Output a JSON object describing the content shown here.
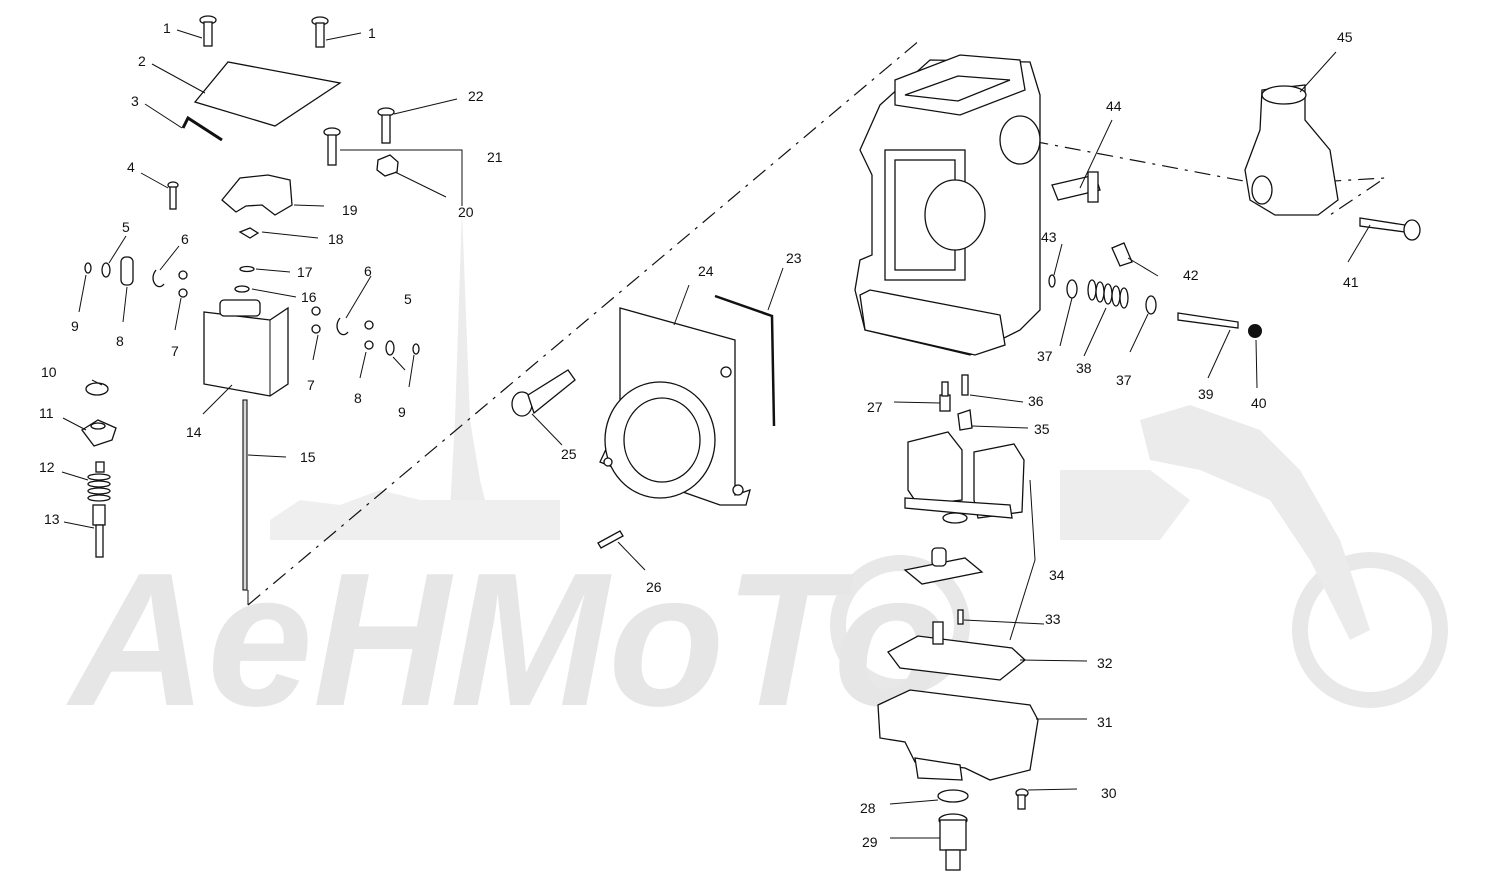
{
  "watermark": {
    "text": "AeHMoTo",
    "color": "#e6e6e6"
  },
  "callouts": [
    {
      "id": "c1a",
      "label": "1",
      "part": "screw"
    },
    {
      "id": "c1b",
      "label": "1",
      "part": "screw"
    },
    {
      "id": "c2",
      "label": "2",
      "part": "cover-plate"
    },
    {
      "id": "c3",
      "label": "3",
      "part": "gasket"
    },
    {
      "id": "c4",
      "label": "4",
      "part": "screw"
    },
    {
      "id": "c5a",
      "label": "5",
      "part": "washer"
    },
    {
      "id": "c5b",
      "label": "5",
      "part": "washer"
    },
    {
      "id": "c6a",
      "label": "6",
      "part": "clip"
    },
    {
      "id": "c6b",
      "label": "6",
      "part": "clip"
    },
    {
      "id": "c7a",
      "label": "7",
      "part": "ring"
    },
    {
      "id": "c7b",
      "label": "7",
      "part": "ring"
    },
    {
      "id": "c8a",
      "label": "8",
      "part": "plate"
    },
    {
      "id": "c8b",
      "label": "8",
      "part": "plate"
    },
    {
      "id": "c9a",
      "label": "9",
      "part": "washer"
    },
    {
      "id": "c9b",
      "label": "9",
      "part": "washer"
    },
    {
      "id": "c10",
      "label": "10",
      "part": "cap"
    },
    {
      "id": "c11",
      "label": "11",
      "part": "nut"
    },
    {
      "id": "c12",
      "label": "12",
      "part": "spring"
    },
    {
      "id": "c13",
      "label": "13",
      "part": "adjuster-screw"
    },
    {
      "id": "c14",
      "label": "14",
      "part": "throttle-slide"
    },
    {
      "id": "c15",
      "label": "15",
      "part": "jet-needle"
    },
    {
      "id": "c16",
      "label": "16",
      "part": "o-ring"
    },
    {
      "id": "c17",
      "label": "17",
      "part": "e-clip"
    },
    {
      "id": "c18",
      "label": "18",
      "part": "clip"
    },
    {
      "id": "c19",
      "label": "19",
      "part": "bracket"
    },
    {
      "id": "c20",
      "label": "20",
      "part": "nut"
    },
    {
      "id": "c21",
      "label": "21",
      "part": "screw"
    },
    {
      "id": "c22",
      "label": "22",
      "part": "screw"
    },
    {
      "id": "c23",
      "label": "23",
      "part": "rod"
    },
    {
      "id": "c24",
      "label": "24",
      "part": "flange"
    },
    {
      "id": "c25",
      "label": "25",
      "part": "screw"
    },
    {
      "id": "c26",
      "label": "26",
      "part": "pin"
    },
    {
      "id": "c27",
      "label": "27",
      "part": "jet"
    },
    {
      "id": "c28",
      "label": "28",
      "part": "washer"
    },
    {
      "id": "c29",
      "label": "29",
      "part": "drain-plug"
    },
    {
      "id": "c30",
      "label": "30",
      "part": "screw"
    },
    {
      "id": "c31",
      "label": "31",
      "part": "float-bowl"
    },
    {
      "id": "c32",
      "label": "32",
      "part": "gasket"
    },
    {
      "id": "c33",
      "label": "33",
      "part": "screw"
    },
    {
      "id": "c34",
      "label": "34",
      "part": "float-assembly"
    },
    {
      "id": "c35",
      "label": "35",
      "part": "jet"
    },
    {
      "id": "c36",
      "label": "36",
      "part": "jet"
    },
    {
      "id": "c37a",
      "label": "37",
      "part": "washer"
    },
    {
      "id": "c37b",
      "label": "37",
      "part": "washer"
    },
    {
      "id": "c38",
      "label": "38",
      "part": "spring"
    },
    {
      "id": "c39",
      "label": "39",
      "part": "shaft"
    },
    {
      "id": "c40",
      "label": "40",
      "part": "ball"
    },
    {
      "id": "c41",
      "label": "41",
      "part": "screw"
    },
    {
      "id": "c42",
      "label": "42",
      "part": "cap"
    },
    {
      "id": "c43",
      "label": "43",
      "part": "washer"
    },
    {
      "id": "c44",
      "label": "44",
      "part": "fitting"
    },
    {
      "id": "c45",
      "label": "45",
      "part": "throttle-cam"
    }
  ]
}
